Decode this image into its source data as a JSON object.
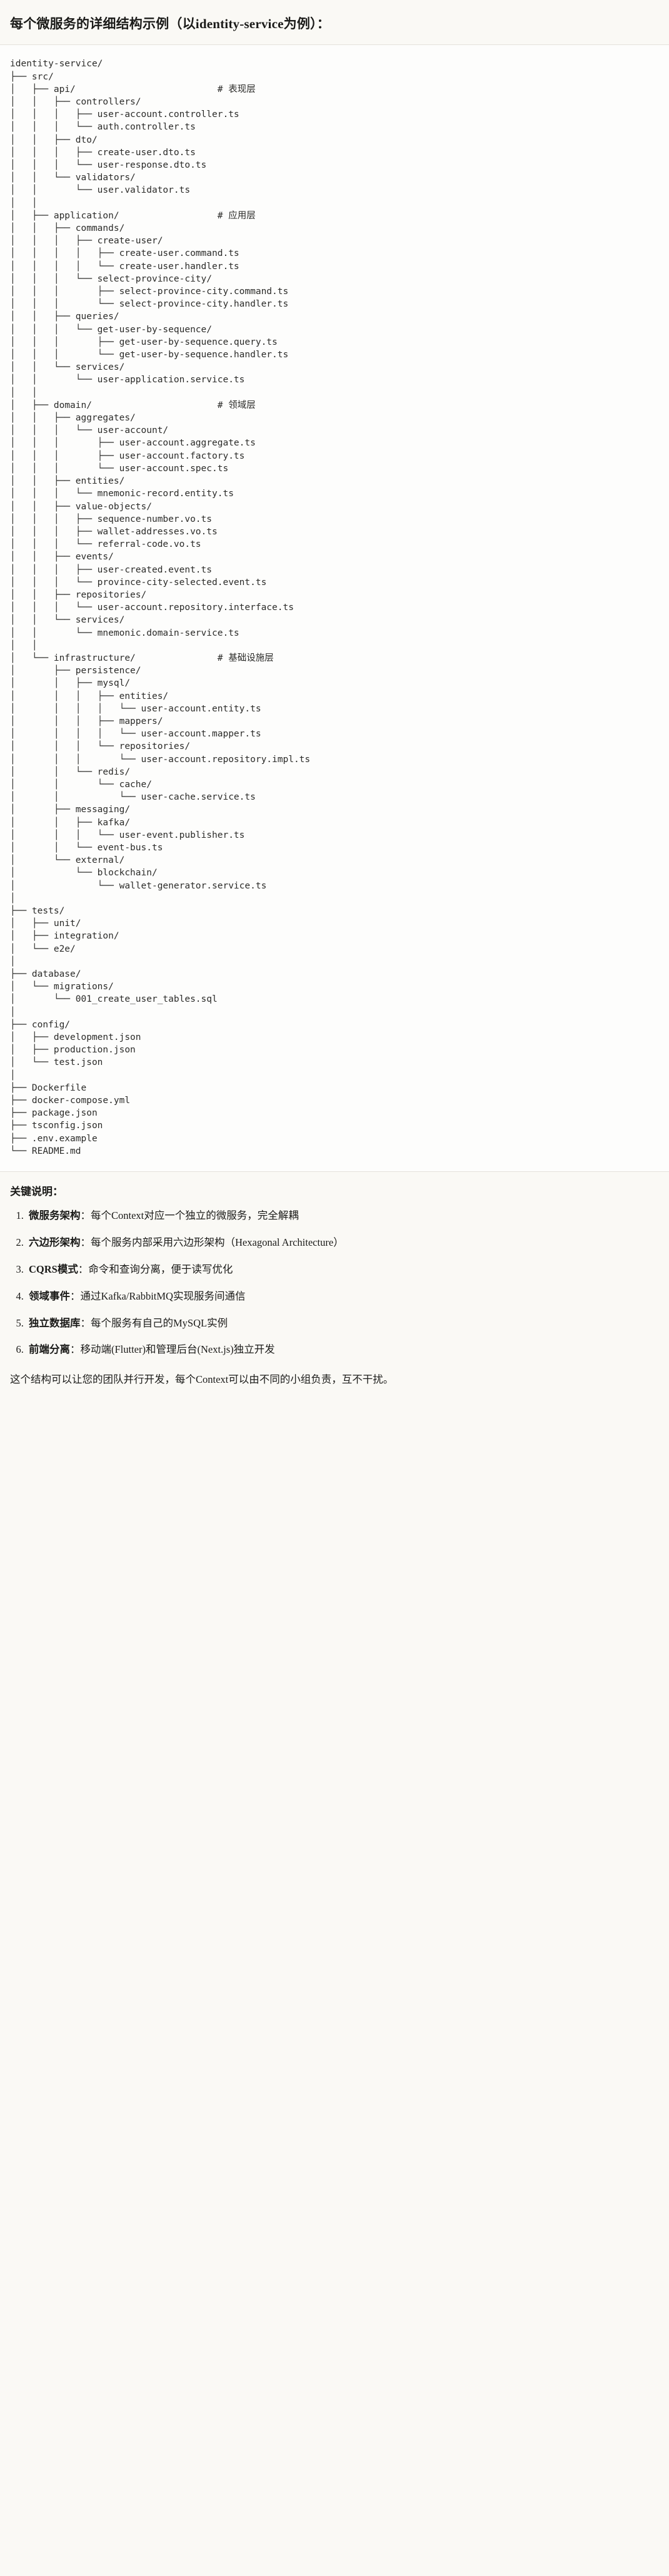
{
  "heading": "每个微服务的详细结构示例（以identity-service为例）：",
  "tree": {
    "root": "identity-service/",
    "comments": {
      "api": "# 表现层",
      "application": "# 应用层",
      "domain": "# 领域层",
      "infrastructure": "# 基础设施层"
    },
    "text": "identity-service/\n├── src/\n│   ├── api/                          # 表现层\n│   │   ├── controllers/\n│   │   │   ├── user-account.controller.ts\n│   │   │   └── auth.controller.ts\n│   │   ├── dto/\n│   │   │   ├── create-user.dto.ts\n│   │   │   └── user-response.dto.ts\n│   │   └── validators/\n│   │       └── user.validator.ts\n│   │\n│   ├── application/                  # 应用层\n│   │   ├── commands/\n│   │   │   ├── create-user/\n│   │   │   │   ├── create-user.command.ts\n│   │   │   │   └── create-user.handler.ts\n│   │   │   └── select-province-city/\n│   │   │       ├── select-province-city.command.ts\n│   │   │       └── select-province-city.handler.ts\n│   │   ├── queries/\n│   │   │   └── get-user-by-sequence/\n│   │   │       ├── get-user-by-sequence.query.ts\n│   │   │       └── get-user-by-sequence.handler.ts\n│   │   └── services/\n│   │       └── user-application.service.ts\n│   │\n│   ├── domain/                       # 领域层\n│   │   ├── aggregates/\n│   │   │   └── user-account/\n│   │   │       ├── user-account.aggregate.ts\n│   │   │       ├── user-account.factory.ts\n│   │   │       └── user-account.spec.ts\n│   │   ├── entities/\n│   │   │   └── mnemonic-record.entity.ts\n│   │   ├── value-objects/\n│   │   │   ├── sequence-number.vo.ts\n│   │   │   ├── wallet-addresses.vo.ts\n│   │   │   └── referral-code.vo.ts\n│   │   ├── events/\n│   │   │   ├── user-created.event.ts\n│   │   │   └── province-city-selected.event.ts\n│   │   ├── repositories/\n│   │   │   └── user-account.repository.interface.ts\n│   │   └── services/\n│   │       └── mnemonic.domain-service.ts\n│   │\n│   └── infrastructure/               # 基础设施层\n│       ├── persistence/\n│       │   ├── mysql/\n│       │   │   ├── entities/\n│       │   │   │   └── user-account.entity.ts\n│       │   │   ├── mappers/\n│       │   │   │   └── user-account.mapper.ts\n│       │   │   └── repositories/\n│       │   │       └── user-account.repository.impl.ts\n│       │   └── redis/\n│       │       └── cache/\n│       │           └── user-cache.service.ts\n│       ├── messaging/\n│       │   ├── kafka/\n│       │   │   └── user-event.publisher.ts\n│       │   └── event-bus.ts\n│       └── external/\n│           └── blockchain/\n│               └── wallet-generator.service.ts\n│\n├── tests/\n│   ├── unit/\n│   ├── integration/\n│   └── e2e/\n│\n├── database/\n│   └── migrations/\n│       └── 001_create_user_tables.sql\n│\n├── config/\n│   ├── development.json\n│   ├── production.json\n│   └── test.json\n│\n├── Dockerfile\n├── docker-compose.yml\n├── package.json\n├── tsconfig.json\n├── .env.example\n└── README.md"
  },
  "notes": {
    "title": "关键说明：",
    "items": [
      {
        "term": "微服务架构",
        "sep": "：",
        "body": "每个Context对应一个独立的微服务，完全解耦"
      },
      {
        "term": "六边形架构",
        "sep": "：",
        "body": "每个服务内部采用六边形架构（Hexagonal Architecture）"
      },
      {
        "term": "CQRS模式",
        "sep": "：",
        "body": "命令和查询分离，便于读写优化"
      },
      {
        "term": "领域事件",
        "sep": "：",
        "body": "通过Kafka/RabbitMQ实现服务间通信"
      },
      {
        "term": "独立数据库",
        "sep": "：",
        "body": "每个服务有自己的MySQL实例"
      },
      {
        "term": "前端分离",
        "sep": "：",
        "body": "移动端(Flutter)和管理后台(Next.js)独立开发"
      }
    ],
    "closing": "这个结构可以让您的团队并行开发，每个Context可以由不同的小组负责，互不干扰。"
  }
}
